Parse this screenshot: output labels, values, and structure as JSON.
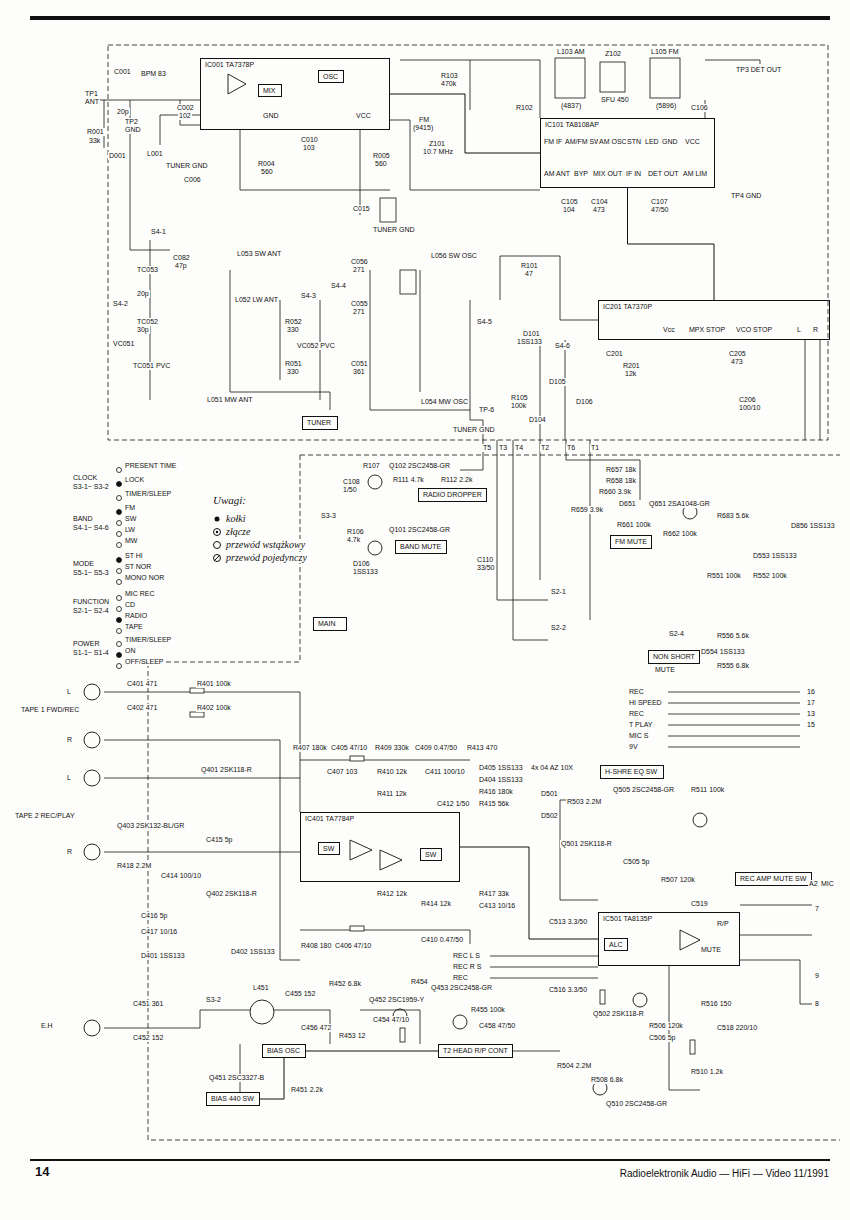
{
  "diagram": {
    "nodes": [
      {
        "text": [
          "IC001 TA7378P"
        ]
      },
      {
        "text": [
          "MIX"
        ],
        "in": 0
      },
      {
        "text": [
          "OSC"
        ],
        "in": 0
      },
      {
        "text": [
          "IC101 TA8108AP"
        ]
      },
      {
        "text": [
          "IC201 TA7370P"
        ]
      },
      {
        "text": [
          "TUNER"
        ]
      },
      {
        "text": [
          "RADIO DROPPER"
        ]
      },
      {
        "text": [
          "BAND MUTE"
        ]
      },
      {
        "text": [
          "MAIN"
        ]
      },
      {
        "text": [
          "FM MUTE"
        ]
      },
      {
        "text": [
          "NON SHORT"
        ]
      },
      {
        "text": [
          "IC401 TA7784P"
        ]
      },
      {
        "text": [
          "SW"
        ],
        "in": 11
      },
      {
        "text": [
          "SW"
        ],
        "in": 11
      },
      {
        "text": [
          "H-SHRE EQ SW"
        ]
      },
      {
        "text": [
          "IC501 TA8135P"
        ]
      },
      {
        "text": [
          "ALC"
        ],
        "in": 15
      },
      {
        "text": [
          "REC AMP MUTE SW"
        ]
      },
      {
        "text": [
          "BIAS OSC"
        ]
      },
      {
        "text": [
          "T2 HEAD R/P CONT"
        ]
      },
      {
        "text": [
          "BIAS 440 SW"
        ]
      }
    ],
    "edges": [
      {
        "from": 0,
        "to": 3,
        "arrow": "none"
      },
      {
        "from": 3,
        "to": 4,
        "arrow": "none"
      },
      {
        "from": 11,
        "to": 15,
        "arrow": "none"
      },
      {
        "from": 18,
        "to": 19,
        "arrow": "none"
      },
      {
        "from": 20,
        "to": 18,
        "arrow": "none"
      }
    ],
    "labels": [
      "TP1",
      "ANT",
      "R001",
      "33k",
      "D001",
      "C001",
      "BPM 83",
      "20p",
      "TP2",
      "GND",
      "L001",
      "C002",
      "102",
      "TUNER GND",
      "C006",
      "R004",
      "560",
      "C010",
      "103",
      "R005",
      "560",
      "C015",
      "TUNER GND",
      "R103",
      "470k",
      "FM",
      "(9415)",
      "Z101",
      "10.7 MHz",
      "L103 AM",
      "(4837)",
      "Z102",
      "SFU 450",
      "L105 FM",
      "(5896)",
      "TP3 DET OUT",
      "C106",
      "R102",
      "C105",
      "104",
      "C104",
      "473",
      "C107",
      "47/50",
      "TP4 GND",
      "FM IF",
      "AM/FM SW",
      "AM OSC",
      "STN",
      "LED",
      "GND",
      "VCC",
      "AM ANT",
      "BYP",
      "MIX OUT",
      "IF IN",
      "DET OUT",
      "AM LIM",
      "GND",
      "VCC",
      "S4-1",
      "C082",
      "47p",
      "L053 SW ANT",
      "TC053",
      "20p",
      "S4-2",
      "L052 LW ANT",
      "TC052",
      "30p",
      "VC051",
      "TC051 PVC",
      "L051 MW ANT",
      "R052",
      "330",
      "R051",
      "330",
      "S4-3",
      "VC052 PVC",
      "C056",
      "271",
      "C055",
      "271",
      "C051",
      "361",
      "L056 SW OSC",
      "L054 MW OSC",
      "S4-4",
      "S4-5",
      "S4-6",
      "D101",
      "1SS133",
      "D105",
      "D104",
      "D106",
      "R105",
      "100k",
      "R101",
      "47",
      "TP-6",
      "TUNER GND",
      "C201",
      "R201",
      "12k",
      "C205",
      "473",
      "C206",
      "100/10",
      "Vcc",
      "MPX STOP",
      "VCO STOP",
      "L",
      "R",
      "T5",
      "T3",
      "T4",
      "T2",
      "T6",
      "T1",
      "PRESENT TIME",
      "CLOCK",
      "S3-1~ S3-2",
      "LOCK",
      "TIMER/SLEEP",
      "BAND",
      "S4-1~ S4-6",
      "FM",
      "SW",
      "LW",
      "MW",
      "MODE",
      "S5-1~ S5-3",
      "ST HI",
      "ST NOR",
      "MONO NOR",
      "FUNCTION",
      "S2-1~ S2-4",
      "MIC REC",
      "CD",
      "RADIO",
      "TAPE",
      "POWER",
      "S1-1~ S1-4",
      "TIMER/SLEEP",
      "ON",
      "OFF/SLEEP",
      "Uwagi:",
      "R107",
      "Q102 2SC2458-GR",
      "R111 4.7k",
      "R112 2.2k",
      "C108",
      "1/50",
      "S3-3",
      "R106",
      "4.7k",
      "Q101 2SC2458-GR",
      "D106",
      "1SS133",
      "C110",
      "33/50",
      "R657 18k",
      "R658 18k",
      "R660 3.9k",
      "R659 3.9k",
      "D651",
      "Q651 2SA1048-GR",
      "R683 5.6k",
      "R661 100k",
      "R662 100k",
      "D553 1SS133",
      "R551 100k",
      "R552 100k",
      "D856 1SS133",
      "S2-1",
      "S2-2",
      "S2-4",
      "R556 5.6k",
      "D554 1SS133",
      "R555 6.8k",
      "MUTE",
      "REC",
      "HI SPEED",
      "REC",
      "T PLAY",
      "MIC S",
      "9V",
      "16",
      "17",
      "13",
      "15",
      "TAPE 1 FWD/REC",
      "L",
      "R",
      "C401 471",
      "R401 100k",
      "R402 100k",
      "C402 471",
      "TAPE 2 REC/PLAY",
      "L",
      "R",
      "Q401 2SK118-R",
      "Q403 2SK132-BL/GR",
      "R418 2.2M",
      "C414 100/10",
      "C415 5p",
      "Q402 2SK118-R",
      "C416 5p",
      "C417 10/16",
      "D401 1SS133",
      "D402 1SS133",
      "R407 180k",
      "C405 47/10",
      "R409 330k",
      "C409 0.47/50",
      "R413 470",
      "C407 103",
      "R410 12k",
      "R411 12k",
      "C411 100/10",
      "D405 1SS133",
      "D404 1SS133",
      "R416 180k",
      "R415 56k",
      "C412 1/50",
      "4x 04 AZ 10X",
      "D501",
      "D502",
      "R412 12k",
      "R414 12k",
      "R417 33k",
      "C413 10/16",
      "R408 180",
      "C406 47/10",
      "C410 0.47/50",
      "REC L S",
      "REC R S",
      "REC",
      "R503 2.2M",
      "Q505 2SC2458-GR",
      "R511 100k",
      "Q501 2SK118-R",
      "C505 5p",
      "R507 120k",
      "C513 3.3/50",
      "C516 3.3/50",
      "R/P",
      "MUTE",
      "C519",
      "R516 150",
      "C518 220/10",
      "Q502 2SK118-R",
      "R506 120k",
      "C506 5p",
      "R504 2.2M",
      "R508 6.8k",
      "Q510 2SC2458-GR",
      "R510 1.2k",
      "A2",
      "MIC",
      "7",
      "9",
      "8",
      "E.H",
      "C451 361",
      "C452 152",
      "S3-2",
      "L451",
      "C455 152",
      "C456 472",
      "R452 6.8k",
      "Q452 2SC1959-Y",
      "R453 12",
      "R454",
      "C454 47/10",
      "Q453 2SC2458-GR",
      "R455 100k",
      "C458 47/50",
      "Q451 2SC3327-B",
      "R451 2.2k",
      "14",
      "Radioelektronik Audio — HiFi — Video 11/1991"
    ],
    "legend": [
      {
        "text": "kołki"
      },
      {
        "text": "złącze"
      },
      {
        "text": "przewód wstążkowy"
      },
      {
        "text": "przewód pojedynczy"
      }
    ]
  }
}
